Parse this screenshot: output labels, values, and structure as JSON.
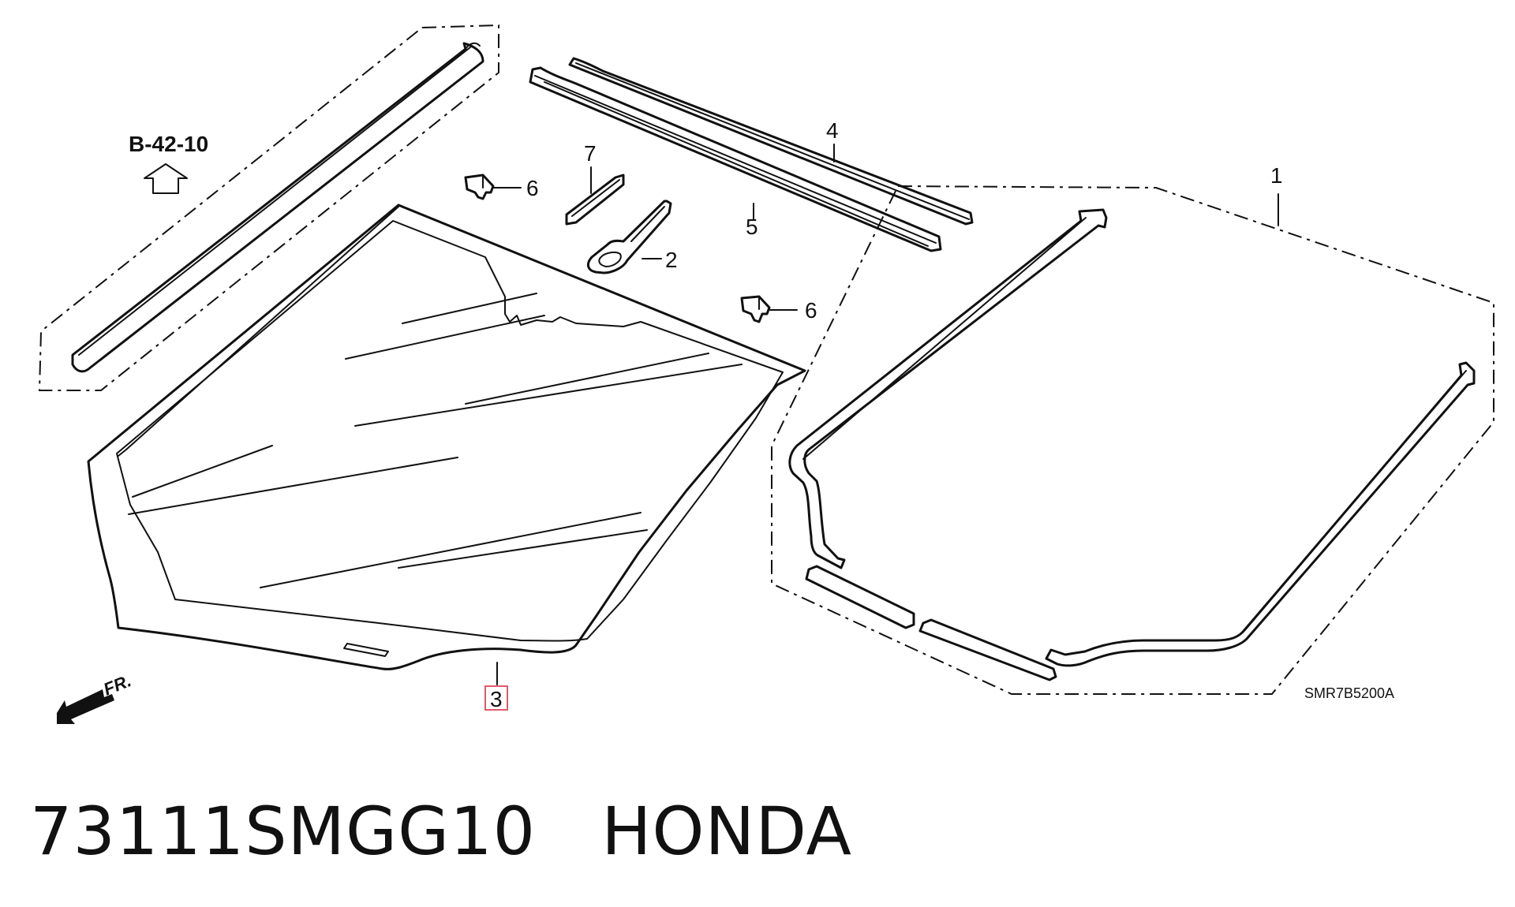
{
  "callouts": {
    "c1": "1",
    "c2": "2",
    "c3": "3",
    "c4": "4",
    "c5": "5",
    "c6a": "6",
    "c6b": "6",
    "c7": "7"
  },
  "reference": "B-42-10",
  "diagram_code": "SMR7B5200A",
  "front_label": "FR.",
  "caption": {
    "part_number": "73111SMGG10",
    "brand": "HONDA"
  },
  "colors": {
    "highlight_box": "#e05a6a",
    "ink": "#111111"
  },
  "icons": [
    "up-arrow-icon",
    "front-arrow-icon"
  ]
}
